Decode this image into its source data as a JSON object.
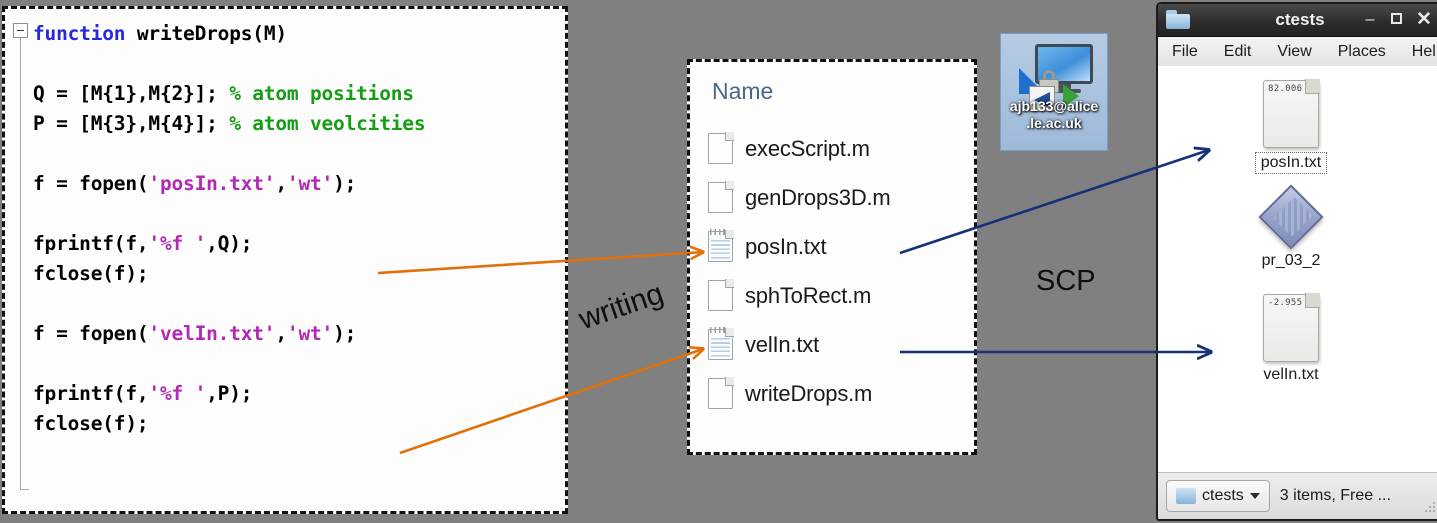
{
  "background_color": "#808080",
  "code_panel": {
    "title": "writeDrops.m MATLAB editor",
    "fold_marker": "-",
    "lines": [
      {
        "id": "l1",
        "segments": [
          {
            "t": "function ",
            "c": "kw"
          },
          {
            "t": "writeDrops(M)",
            "c": ""
          }
        ]
      },
      {
        "id": "l2",
        "segments": []
      },
      {
        "id": "l3",
        "segments": [
          {
            "t": "Q = [M{1},M{2}]; ",
            "c": ""
          },
          {
            "t": "% atom positions",
            "c": "cm"
          }
        ]
      },
      {
        "id": "l4",
        "segments": [
          {
            "t": "P = [M{3},M{4}]; ",
            "c": ""
          },
          {
            "t": "% atom veolcities",
            "c": "cm"
          }
        ]
      },
      {
        "id": "l5",
        "segments": []
      },
      {
        "id": "l6",
        "segments": [
          {
            "t": "f = fopen(",
            "c": ""
          },
          {
            "t": "'posIn.txt'",
            "c": "st"
          },
          {
            "t": ",",
            "c": ""
          },
          {
            "t": "'wt'",
            "c": "st"
          },
          {
            "t": ");",
            "c": ""
          }
        ]
      },
      {
        "id": "l7",
        "segments": []
      },
      {
        "id": "l8",
        "segments": [
          {
            "t": "fprintf(f,",
            "c": ""
          },
          {
            "t": "'%f '",
            "c": "st"
          },
          {
            "t": ",Q);",
            "c": ""
          }
        ]
      },
      {
        "id": "l9",
        "segments": [
          {
            "t": "fclose(f);",
            "c": ""
          }
        ]
      },
      {
        "id": "l10",
        "segments": []
      },
      {
        "id": "l11",
        "segments": [
          {
            "t": "f = fopen(",
            "c": ""
          },
          {
            "t": "'velIn.txt'",
            "c": "st"
          },
          {
            "t": ",",
            "c": ""
          },
          {
            "t": "'wt'",
            "c": "st"
          },
          {
            "t": ");",
            "c": ""
          }
        ]
      },
      {
        "id": "l12",
        "segments": []
      },
      {
        "id": "l13",
        "segments": [
          {
            "t": "fprintf(f,",
            "c": ""
          },
          {
            "t": "'%f '",
            "c": "st"
          },
          {
            "t": ",P);",
            "c": ""
          }
        ]
      },
      {
        "id": "l14",
        "segments": [
          {
            "t": "fclose(f);",
            "c": ""
          }
        ]
      }
    ],
    "syntax_colors": {
      "keyword": "#2727e6",
      "comment": "#139e13",
      "string": "#b429b4",
      "plain": "#000000"
    }
  },
  "explorer": {
    "column_header": "Name",
    "files": [
      {
        "name": "execScript.m",
        "icon": "blank-document-icon"
      },
      {
        "name": "genDrops3D.m",
        "icon": "blank-document-icon"
      },
      {
        "name": "posIn.txt",
        "icon": "text-document-icon"
      },
      {
        "name": "sphToRect.m",
        "icon": "blank-document-icon"
      },
      {
        "name": "velIn.txt",
        "icon": "text-document-icon"
      },
      {
        "name": "writeDrops.m",
        "icon": "blank-document-icon"
      }
    ]
  },
  "shortcut": {
    "icon": "remote-desktop-shortcut-icon",
    "label_line1": "ajb133@alice",
    "label_line2": ".le.ac.uk"
  },
  "file_manager": {
    "title": "ctests",
    "window_buttons": {
      "minimize": "–",
      "maximize": "□",
      "close": "✕"
    },
    "menu": [
      "File",
      "Edit",
      "View",
      "Places",
      "Hel"
    ],
    "items": [
      {
        "name": "posIn.txt",
        "icon": "text-file-icon",
        "preview": "82.006",
        "selected": true
      },
      {
        "name": "pr_03_2",
        "icon": "executable-icon",
        "preview": "",
        "selected": false
      },
      {
        "name": "velIn.txt",
        "icon": "text-file-icon",
        "preview": "-2.955",
        "selected": false
      }
    ],
    "statusbar": {
      "path_label": "ctests",
      "status_text": "3 items, Free ..."
    }
  },
  "annotations": {
    "writing_label": "writing",
    "scp_label": "SCP",
    "orange_color": "#E2700A",
    "navy_color": "#16307A"
  }
}
